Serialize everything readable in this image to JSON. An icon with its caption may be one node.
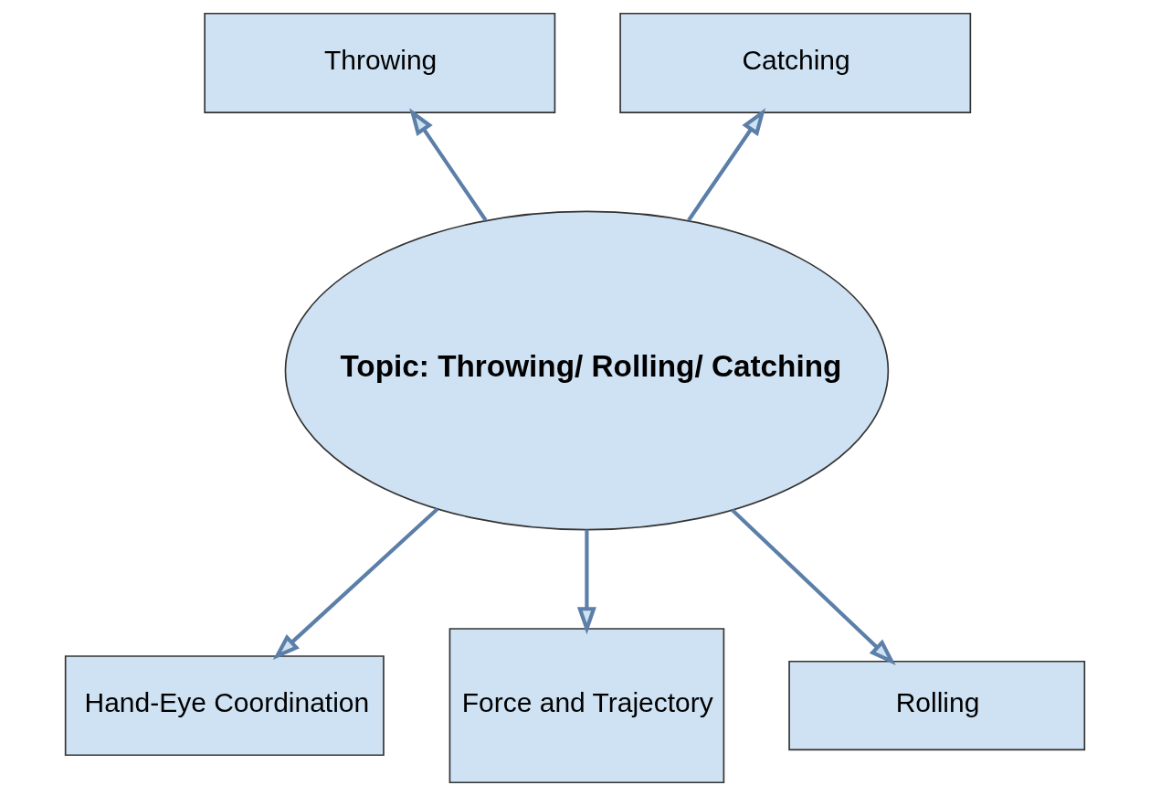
{
  "diagram": {
    "nodes": [
      {
        "text": [
          "Throwing"
        ]
      },
      {
        "text": [
          "Catching"
        ]
      },
      {
        "text": [
          "Topic: Throwing/ Rolling/ Catching"
        ]
      },
      {
        "text": [
          "Hand-Eye Coordination"
        ]
      },
      {
        "text": [
          "Force and Trajectory"
        ]
      },
      {
        "text": [
          "Rolling"
        ]
      }
    ],
    "edges": [
      {
        "from": 2,
        "to": 0,
        "arrow": "to"
      },
      {
        "from": 2,
        "to": 1,
        "arrow": "to"
      },
      {
        "from": 2,
        "to": 3,
        "arrow": "to"
      },
      {
        "from": 2,
        "to": 4,
        "arrow": "to"
      },
      {
        "from": 2,
        "to": 5,
        "arrow": "to"
      }
    ]
  }
}
